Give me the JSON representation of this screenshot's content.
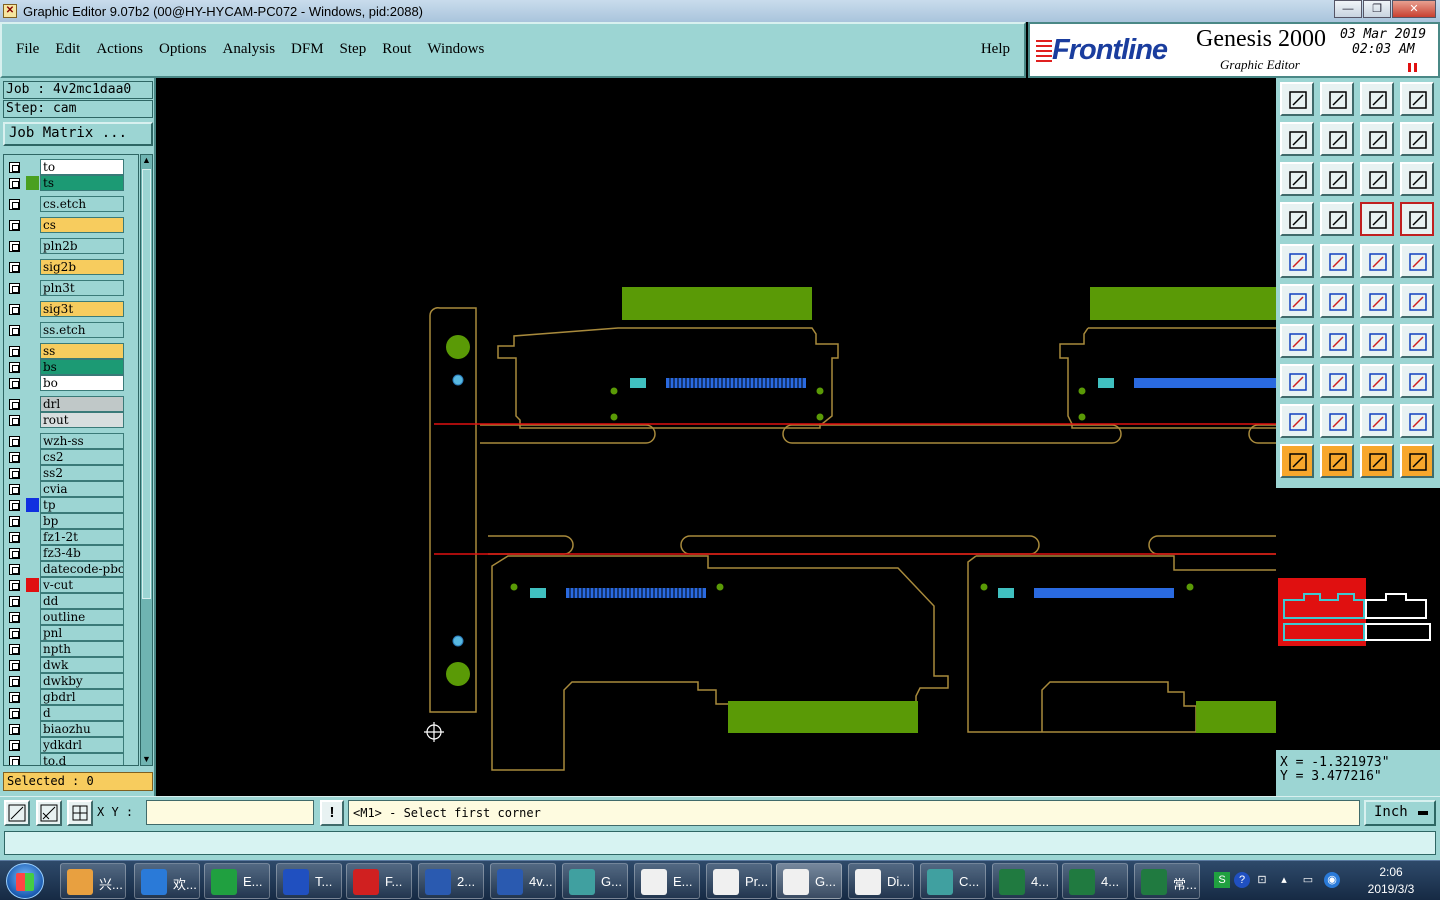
{
  "window": {
    "title": "Graphic Editor 9.07b2 (00@HY-HYCAM-PC072 - Windows, pid:2088)",
    "controls": [
      "—",
      "❐",
      "✕"
    ]
  },
  "menu": {
    "items": [
      "File",
      "Edit",
      "Actions",
      "Options",
      "Analysis",
      "DFM",
      "Step",
      "Rout",
      "Windows"
    ],
    "help": "Help"
  },
  "logo": {
    "brand": "Frontline",
    "product": "Genesis 2000",
    "subtitle": "Graphic Editor",
    "date": "03 Mar 2019",
    "time": "02:03  AM"
  },
  "left_panel": {
    "job": "Job : 4v2mc1daa0",
    "step": "Step: cam",
    "job_matrix": "Job Matrix ...",
    "selected": "Selected : 0",
    "layers": [
      {
        "name": "to",
        "color": "#ffffff",
        "swatch": ""
      },
      {
        "name": "ts",
        "color": "#1c9a74",
        "swatch": "#4aa020"
      },
      {
        "name": "cs.etch",
        "color": "#9cd5d3",
        "swatch": ""
      },
      {
        "name": "cs",
        "color": "#f7cc5e",
        "swatch": ""
      },
      {
        "name": "pln2b",
        "color": "#9cd5d3",
        "swatch": ""
      },
      {
        "name": "sig2b",
        "color": "#f7cc5e",
        "swatch": ""
      },
      {
        "name": "pln3t",
        "color": "#9cd5d3",
        "swatch": ""
      },
      {
        "name": "sig3t",
        "color": "#f7cc5e",
        "swatch": ""
      },
      {
        "name": "ss.etch",
        "color": "#9cd5d3",
        "swatch": ""
      },
      {
        "name": "ss",
        "color": "#f7cc5e",
        "swatch": ""
      },
      {
        "name": "bs",
        "color": "#1c9a74",
        "swatch": ""
      },
      {
        "name": "bo",
        "color": "#ffffff",
        "swatch": ""
      },
      {
        "name": "drl",
        "color": "#c0c8c8",
        "swatch": ""
      },
      {
        "name": "rout",
        "color": "#d8dede",
        "swatch": ""
      },
      {
        "name": "wzh-ss",
        "color": "#9cd5d3",
        "swatch": ""
      },
      {
        "name": "cs2",
        "color": "#9cd5d3",
        "swatch": ""
      },
      {
        "name": "ss2",
        "color": "#9cd5d3",
        "swatch": ""
      },
      {
        "name": "cvia",
        "color": "#9cd5d3",
        "swatch": ""
      },
      {
        "name": "tp",
        "color": "#9cd5d3",
        "swatch": "#1030e0"
      },
      {
        "name": "bp",
        "color": "#9cd5d3",
        "swatch": ""
      },
      {
        "name": "fz1-2t",
        "color": "#9cd5d3",
        "swatch": ""
      },
      {
        "name": "fz3-4b",
        "color": "#9cd5d3",
        "swatch": ""
      },
      {
        "name": "datecode-pbc",
        "color": "#9cd5d3",
        "swatch": ""
      },
      {
        "name": "v-cut",
        "color": "#9cd5d3",
        "swatch": "#e01010"
      },
      {
        "name": "dd",
        "color": "#9cd5d3",
        "swatch": ""
      },
      {
        "name": "outline",
        "color": "#9cd5d3",
        "swatch": ""
      },
      {
        "name": "pnl",
        "color": "#9cd5d3",
        "swatch": ""
      },
      {
        "name": "npth",
        "color": "#9cd5d3",
        "swatch": ""
      },
      {
        "name": "dwk",
        "color": "#9cd5d3",
        "swatch": ""
      },
      {
        "name": "dwkby",
        "color": "#9cd5d3",
        "swatch": ""
      },
      {
        "name": "gbdrl",
        "color": "#9cd5d3",
        "swatch": ""
      },
      {
        "name": "d",
        "color": "#9cd5d3",
        "swatch": ""
      },
      {
        "name": "biaozhu",
        "color": "#9cd5d3",
        "swatch": ""
      },
      {
        "name": "ydkdrl",
        "color": "#9cd5d3",
        "swatch": ""
      },
      {
        "name": "to.d",
        "color": "#9cd5d3",
        "swatch": ""
      }
    ]
  },
  "coords": {
    "x": "X = -1.321973\"",
    "y": "Y = 3.477216\""
  },
  "command": {
    "xy_label": "X Y :",
    "xy_value": "",
    "excl": "!",
    "prompt": "<M1> - Select first corner",
    "unit": "Inch"
  },
  "taskbar": {
    "tasks": [
      {
        "label": "兴...",
        "color": "#e8a040"
      },
      {
        "label": "欢...",
        "color": "#2a7ad8"
      },
      {
        "label": "E...",
        "color": "#20a040"
      },
      {
        "label": "T...",
        "color": "#2050c0"
      },
      {
        "label": "F...",
        "color": "#d02020"
      },
      {
        "label": "2...",
        "color": "#2a5ab0"
      },
      {
        "label": "4v...",
        "color": "#2a5ab0"
      },
      {
        "label": "G...",
        "color": "#40a0a0"
      },
      {
        "label": "E...",
        "color": "#f0f0f0"
      },
      {
        "label": "Pr...",
        "color": "#f0f0f0"
      },
      {
        "label": "G...",
        "color": "#f0f0f0"
      },
      {
        "label": "Di...",
        "color": "#f0f0f0"
      },
      {
        "label": "C...",
        "color": "#40a0a0"
      },
      {
        "label": "4...",
        "color": "#207a40"
      },
      {
        "label": "4...",
        "color": "#207a40"
      },
      {
        "label": "常...",
        "color": "#207a40"
      }
    ],
    "clock_time": "2:06",
    "clock_date": "2019/3/3"
  },
  "colors": {
    "panel": "#9cd5d3",
    "pad_green": "#5a9a06",
    "outline": "#a88a3c",
    "vcut": "#e01010",
    "smd_blue": "#2a6ae0"
  }
}
